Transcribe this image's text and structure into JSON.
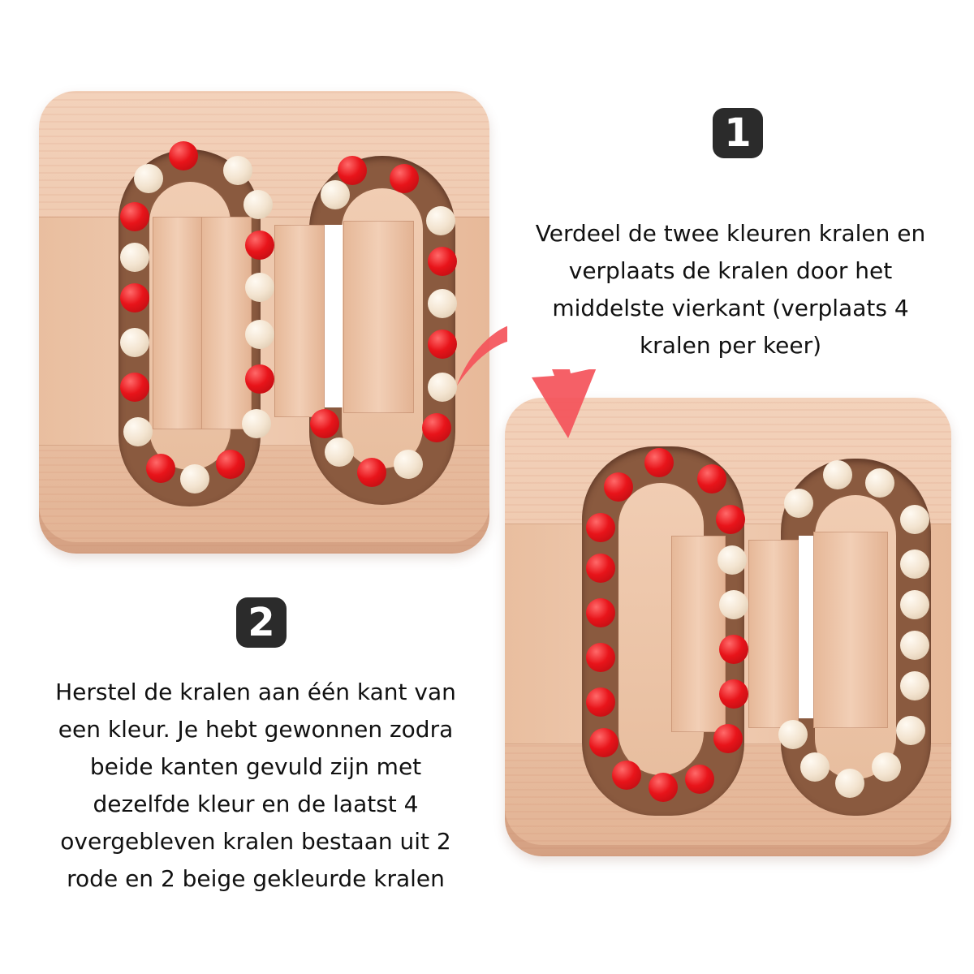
{
  "steps": [
    {
      "number": "1",
      "lines": [
        "Verdeel de twee kleuren kralen en",
        "verplaats de kralen door het",
        "middelste vierkant (verplaats 4",
        "kralen per keer)"
      ]
    },
    {
      "number": "2",
      "lines": [
        "Herstel de kralen aan één kant van",
        "een kleur. Je hebt gewonnen zodra",
        "beide kanten gevuld zijn met",
        "dezelfde kleur en de laatst 4",
        "overgebleven kralen bestaan uit 2",
        "rode en 2 beige gekleurde kralen"
      ]
    }
  ],
  "images": {
    "puzzle_before": "wooden bead puzzle with mixed red and beige beads",
    "puzzle_after": "wooden bead puzzle with red beads on left and beige beads on right"
  },
  "colors": {
    "badge": "#2b2b2b",
    "arrow": "#f4525a",
    "bead_red": "#e8141a",
    "bead_beige": "#f3e4d0",
    "wood": "#ecc4a8"
  }
}
